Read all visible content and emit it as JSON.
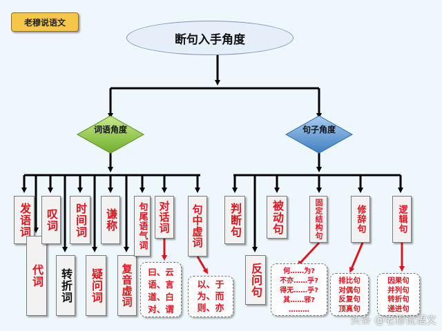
{
  "badge": "老穆说语文",
  "title": "断句入手角度",
  "branches": {
    "left": "词语角度",
    "right": "句子角度"
  },
  "left_items": [
    "发语词",
    "代词",
    "叹词",
    "转折词",
    "时间词",
    "疑问词",
    "谦称",
    "复音虚词",
    "句尾语气词",
    "对话词",
    "句中虚词"
  ],
  "right_items": [
    "判断句",
    "反问句",
    "被动句",
    "固定结构句",
    "修辞句",
    "逻辑句"
  ],
  "notes": {
    "dialogue_words": [
      "曰、云",
      "语、言",
      "道、白",
      "对、谓"
    ],
    "mid_particles": [
      "以、于",
      "为、而",
      "则、亦"
    ],
    "fixed_structures": [
      "何……为?",
      "不亦……乎?",
      "得无……乎?",
      "其……邪?",
      "………"
    ],
    "rhetoric": [
      "排比句",
      "对偶句",
      "反复句",
      "顶真句"
    ],
    "logic": [
      "因果句",
      "并列句",
      "转折句",
      "递进句"
    ]
  },
  "watermark": "头条 @老穆说语文",
  "colors": {
    "left_diamond": "#8dc63f",
    "right_diamond": "#5b9bd5",
    "text_red": "#e1141e",
    "badge": "#f5c64a"
  }
}
